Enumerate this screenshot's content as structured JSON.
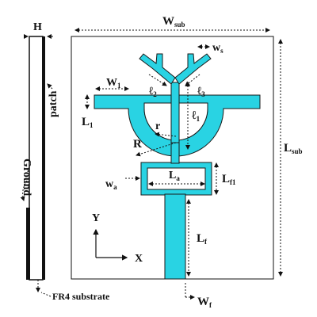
{
  "labels": {
    "W_sub": {
      "main": "W",
      "sub": "sub"
    },
    "L_sub": {
      "main": "L",
      "sub": "sub"
    },
    "H": {
      "main": "H",
      "sub": ""
    },
    "W_s": {
      "main": "w",
      "sub": "s"
    },
    "W_1": {
      "main": "W",
      "sub": "1"
    },
    "l_2": {
      "main": "ℓ",
      "sub": "2"
    },
    "l_3": {
      "main": "ℓ",
      "sub": "3"
    },
    "l_1": {
      "main": "ℓ",
      "sub": "1"
    },
    "L_1": {
      "main": "L",
      "sub": "1"
    },
    "r": {
      "main": "r",
      "sub": ""
    },
    "R": {
      "main": "R",
      "sub": ""
    },
    "w_a": {
      "main": "w",
      "sub": "a"
    },
    "L_a": {
      "main": "L",
      "sub": "a"
    },
    "L_f1": {
      "main": "L",
      "sub": "f1"
    },
    "L_f": {
      "main": "L",
      "sub": "f"
    },
    "W_f": {
      "main": "W",
      "sub": "f"
    }
  },
  "side_view": {
    "ground": "Ground",
    "patch": "patch",
    "substrate": "FR4 substrate"
  },
  "axes": {
    "x": "X",
    "y": "Y"
  },
  "colors": {
    "patch": "#29d3e3",
    "ground": "#000000",
    "outline": "#1a1a1a"
  }
}
